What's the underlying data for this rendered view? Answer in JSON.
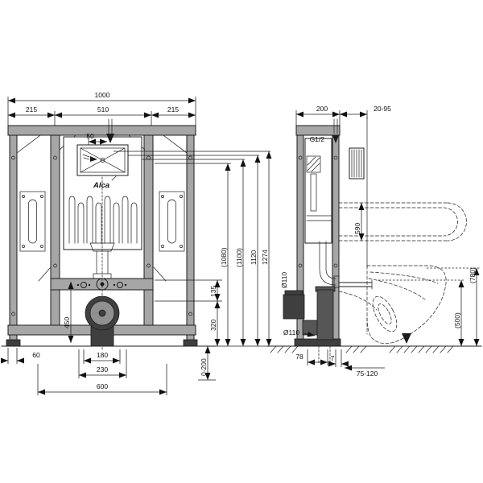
{
  "drawing": {
    "brand": "Alca",
    "colors": {
      "line": "#1c1c1c",
      "frame_gray": "#a6a6a6",
      "dark_gray": "#3f3f3f",
      "background": "#ffffff"
    }
  },
  "front": {
    "width_total": "1000",
    "width_left": "215",
    "width_center": "510",
    "width_right": "215",
    "window_offset": "50",
    "height_a": "(1080)",
    "height_b": "(1100)",
    "height_c": "1120",
    "height_d": "1274",
    "gap_135": "135",
    "gap_320": "320",
    "height_450": "450",
    "offset_60": "60",
    "spacing_180": "180",
    "spacing_230": "230",
    "spacing_600": "600",
    "leg_adjust": "0-200"
  },
  "side": {
    "depth": "200",
    "wall_gap": "20-95",
    "water_inlet": "G1/2",
    "waste_dia_upper": "Ø110",
    "waste_dia_lower": "Ø110",
    "bowl_length": "590",
    "height_780": "(780)",
    "height_500": "(500)",
    "offset_78": "78",
    "plate_7": "7",
    "range_75_120": "75-120"
  }
}
